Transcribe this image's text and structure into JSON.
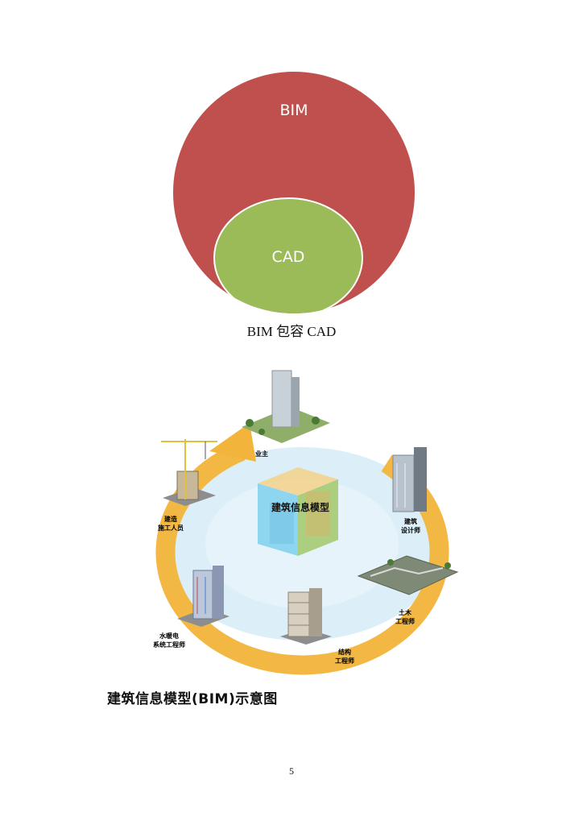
{
  "venn": {
    "outer_label": "BIM",
    "inner_label": "CAD",
    "outer_color": "#c0504d",
    "inner_color": "#9bbb59",
    "caption": "BIM 包容 CAD"
  },
  "bim_diagram": {
    "center_label": "建筑信息模型",
    "roles": {
      "owner": "业主",
      "architect_line1": "建筑",
      "architect_line2": "设计师",
      "civil_line1": "土木",
      "civil_line2": "工程师",
      "structural_line1": "结构",
      "structural_line2": "工程师",
      "mep_line1": "水暖电",
      "mep_line2": "系统工程师",
      "builder_line1": "建造",
      "builder_line2": "施工人员"
    },
    "ring_color": "#f2b43a",
    "disc_color": "#cfe6f3",
    "cube_color": "#8fd3f0"
  },
  "caption": "建筑信息模型(BIM)示意图",
  "page_number": "5"
}
